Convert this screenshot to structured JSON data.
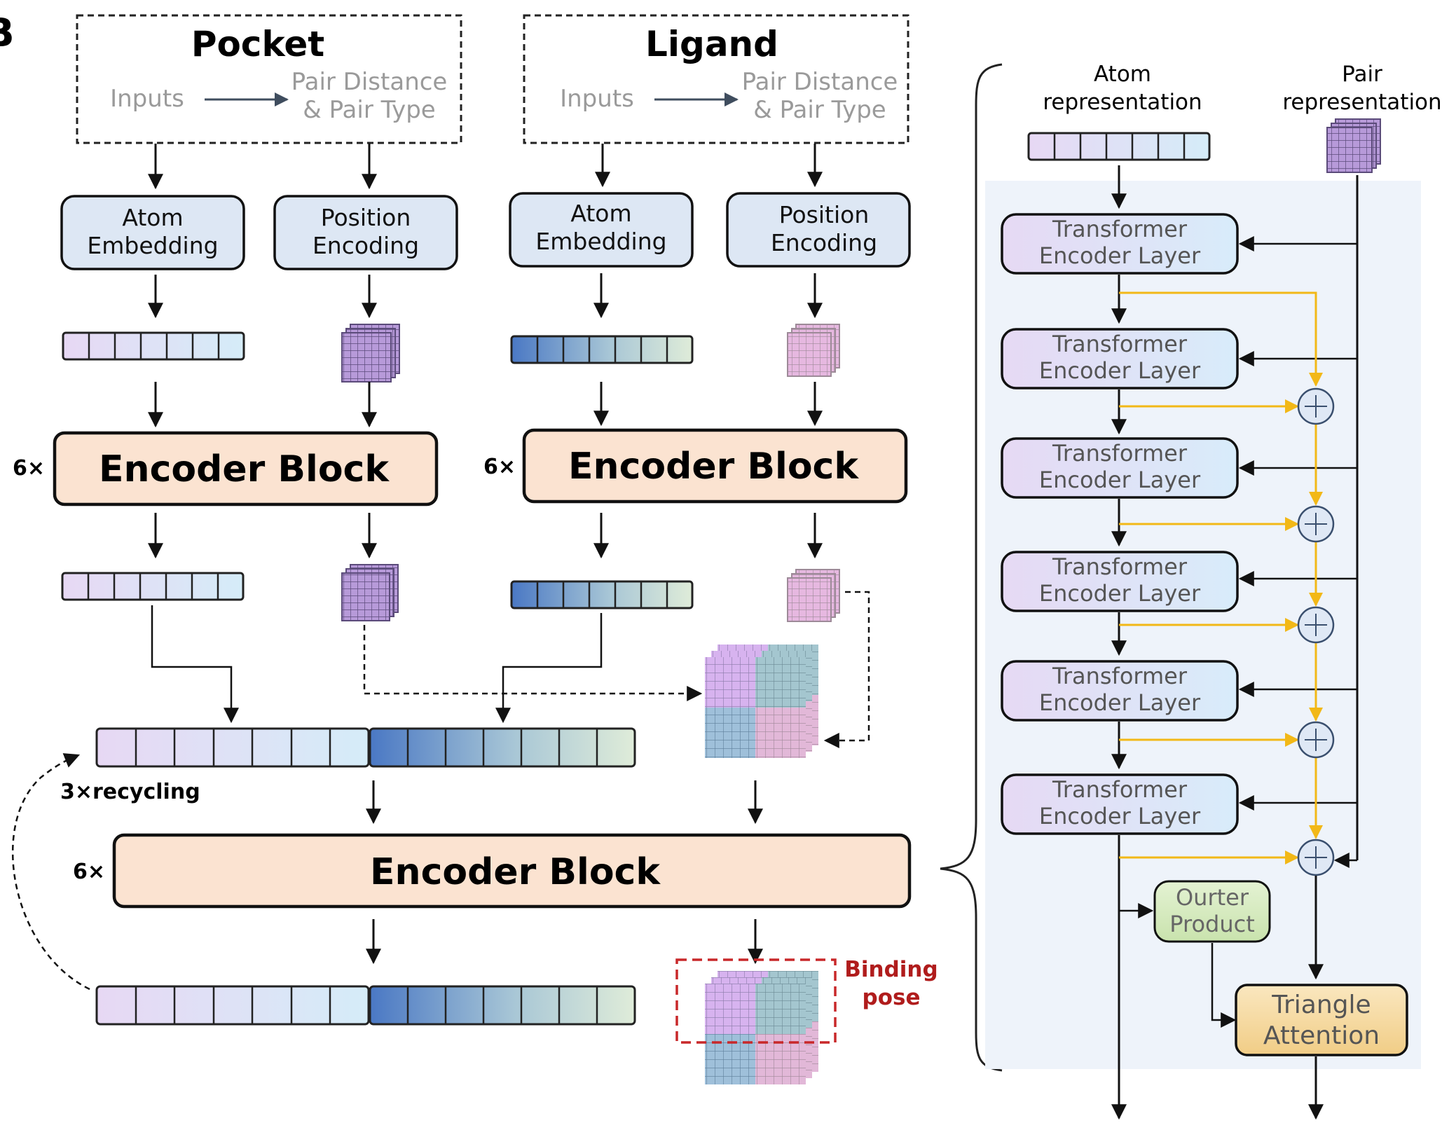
{
  "panel_letter": "B",
  "pocket": {
    "title": "Pocket",
    "inputs": "Inputs",
    "pair_line1": "Pair Distance",
    "pair_line2": "& Pair Type",
    "atom_embedding": [
      "Atom",
      "Embedding"
    ],
    "position_encoding": [
      "Position",
      "Encoding"
    ],
    "encoder_block": "Encoder Block",
    "repeat": "6×"
  },
  "ligand": {
    "title": "Ligand",
    "inputs": "Inputs",
    "pair_line1": "Pair Distance",
    "pair_line2": "& Pair Type",
    "atom_embedding": [
      "Atom",
      "Embedding"
    ],
    "position_encoding": [
      "Position",
      "Encoding"
    ],
    "encoder_block": "Encoder Block",
    "repeat": "6×"
  },
  "joint": {
    "recycling": "3×recycling",
    "encoder_block": "Encoder Block",
    "repeat": "6×",
    "binding_pose": [
      "Binding",
      "pose"
    ]
  },
  "detail": {
    "atom_rep": [
      "Atom",
      "representation"
    ],
    "pair_rep": [
      "Pair",
      "representation"
    ],
    "layer_label": [
      "Transformer",
      "Encoder Layer"
    ],
    "layer_count": 6,
    "outer_product": [
      "Ourter",
      "Product"
    ],
    "triangle_attention": [
      "Triangle",
      "Attention"
    ]
  },
  "colors": {
    "block_blue_fill": "#dde7f4",
    "encoder_fill": "#fbe3d1",
    "outer_product_fill": "#d7ebc3",
    "triangle_fill": "#f6d9a0",
    "flow_arrow": "#f2b817",
    "binding_red": "#c8282a",
    "detail_panel_bg": "#eef3fa"
  }
}
